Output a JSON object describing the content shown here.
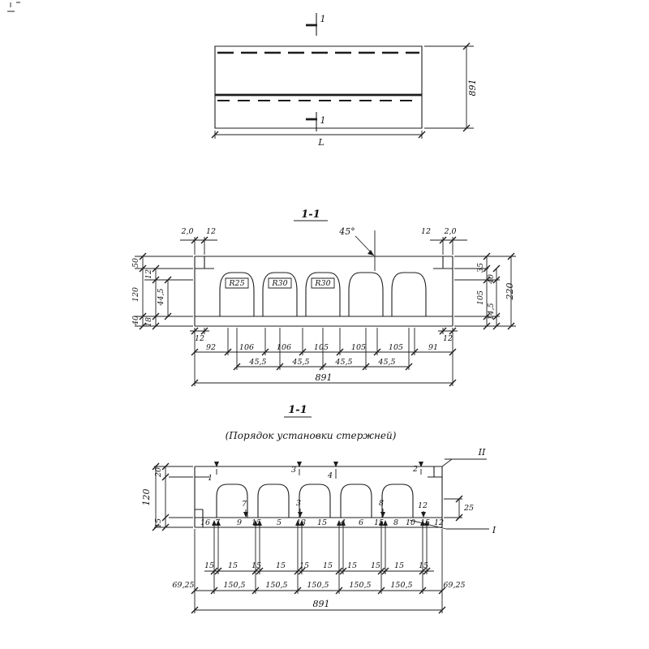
{
  "plan": {
    "mark_top": "1",
    "mark_bottom": "1",
    "width": "891",
    "length": "L"
  },
  "section": {
    "title": "1-1",
    "top_left": [
      "2,0",
      "12"
    ],
    "top_right": [
      "12",
      "2,0"
    ],
    "angle": "45°",
    "radii": [
      "R25",
      "R30",
      "R30"
    ],
    "left": [
      "50",
      "12",
      "120",
      "44,5",
      "40",
      "18"
    ],
    "right": [
      "35",
      "105",
      "40",
      "14,5",
      "220"
    ],
    "edge_left": "12",
    "edge_right": "12",
    "row1": [
      "92",
      "106",
      "106",
      "105",
      "105",
      "105",
      "91"
    ],
    "row2": [
      "45,5",
      "45,5",
      "45,5",
      "45,5"
    ],
    "total": "891"
  },
  "rebar": {
    "title": "1-1",
    "subtitle": "(Порядок  установки  стержней)",
    "axis_top": "II",
    "axis_side": "I",
    "left": [
      "20",
      "120",
      "15"
    ],
    "right": [
      "25"
    ],
    "top_nums": [
      "1",
      "3",
      "4",
      "2"
    ],
    "mid_nums": [
      "7",
      "3",
      "8",
      "12"
    ],
    "bar_row": [
      "16",
      "7",
      "9",
      "15",
      "5",
      "13",
      "15",
      "4",
      "6",
      "15",
      "8",
      "10",
      "15",
      "12"
    ],
    "spacing": [
      "15",
      "15",
      "15",
      "15",
      "15",
      "15",
      "15",
      "15",
      "15",
      "15"
    ],
    "segments": [
      "69,25",
      "150,5",
      "150,5",
      "150,5",
      "150,5",
      "150,5",
      "69,25"
    ],
    "total": "891"
  }
}
